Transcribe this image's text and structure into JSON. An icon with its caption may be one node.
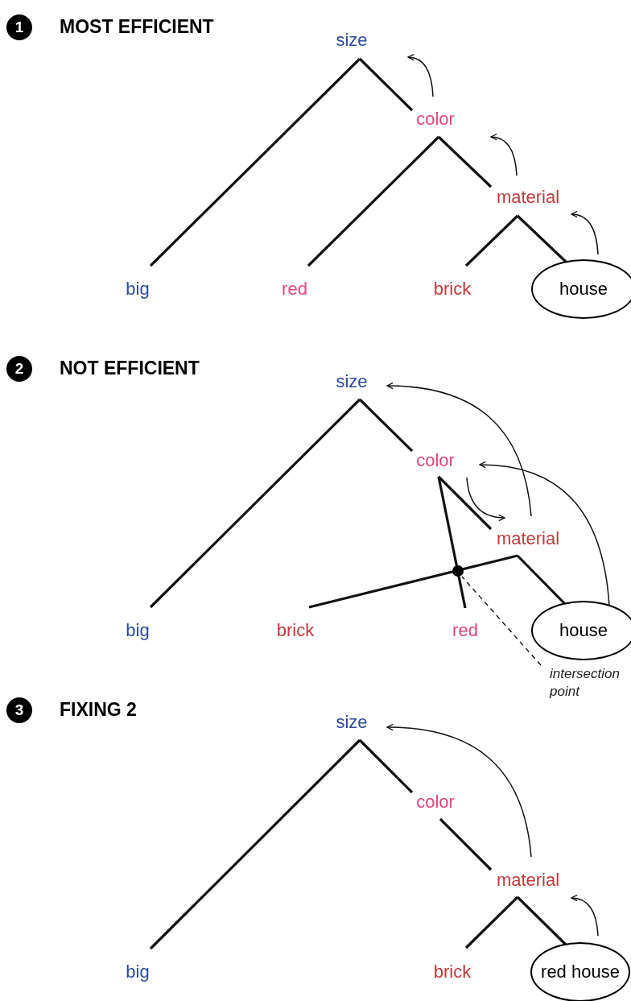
{
  "diagram": {
    "nodes": [
      {
        "text": [
          "1"
        ]
      },
      {
        "text": [
          "size"
        ]
      },
      {
        "text": [
          "color"
        ]
      },
      {
        "text": [
          "material"
        ]
      },
      {
        "text": [
          "big"
        ]
      },
      {
        "text": [
          "red"
        ]
      },
      {
        "text": [
          "brick"
        ]
      },
      {
        "text": [
          "house"
        ]
      },
      {
        "text": [
          "2"
        ]
      },
      {
        "text": [
          "size"
        ]
      },
      {
        "text": [
          "color"
        ]
      },
      {
        "text": [
          "material"
        ]
      },
      {
        "text": [
          "big"
        ]
      },
      {
        "text": [
          "brick"
        ]
      },
      {
        "text": [
          "red"
        ]
      },
      {
        "text": [
          "house"
        ]
      },
      {
        "text": [],
        "shape": "circle"
      },
      {
        "text": [
          "intersection point"
        ]
      },
      {
        "text": [
          "3"
        ]
      },
      {
        "text": [
          "size"
        ]
      },
      {
        "text": [
          "color"
        ]
      },
      {
        "text": [
          "material"
        ]
      },
      {
        "text": [
          "big"
        ]
      },
      {
        "text": [
          "brick"
        ]
      },
      {
        "text": [
          "red house"
        ]
      }
    ],
    "edges": [
      {
        "from": 1,
        "to": 4,
        "arrow": "none"
      },
      {
        "from": 1,
        "to": 2,
        "arrow": "none"
      },
      {
        "from": 2,
        "to": 5,
        "arrow": "none"
      },
      {
        "from": 2,
        "to": 3,
        "arrow": "none"
      },
      {
        "from": 3,
        "to": 6,
        "arrow": "none"
      },
      {
        "from": 3,
        "to": 7,
        "arrow": "none"
      },
      {
        "from": 7,
        "to": 3,
        "arrow": "to"
      },
      {
        "from": 3,
        "to": 2,
        "arrow": "to"
      },
      {
        "from": 2,
        "to": 1,
        "arrow": "to"
      },
      {
        "from": 9,
        "to": 12,
        "arrow": "none"
      },
      {
        "from": 9,
        "to": 10,
        "arrow": "none"
      },
      {
        "from": 10,
        "to": 14,
        "arrow": "none"
      },
      {
        "from": 10,
        "to": 11,
        "arrow": "none"
      },
      {
        "from": 11,
        "to": 13,
        "arrow": "none"
      },
      {
        "from": 11,
        "to": 15,
        "arrow": "none"
      },
      {
        "from": 11,
        "to": 9,
        "arrow": "to"
      },
      {
        "from": 15,
        "to": 10,
        "arrow": "to"
      },
      {
        "from": 10,
        "to": 11,
        "arrow": "to"
      },
      {
        "from": 17,
        "to": 16,
        "arrow": "none",
        "style": "dashed"
      },
      {
        "from": 19,
        "to": 22,
        "arrow": "none"
      },
      {
        "from": 19,
        "to": 20,
        "arrow": "none"
      },
      {
        "from": 20,
        "to": 21,
        "arrow": "none"
      },
      {
        "from": 21,
        "to": 23,
        "arrow": "none"
      },
      {
        "from": 21,
        "to": 24,
        "arrow": "none"
      },
      {
        "from": 21,
        "to": 19,
        "arrow": "to"
      },
      {
        "from": 24,
        "to": 21,
        "arrow": "to"
      }
    ],
    "labels": [
      "MOST EFFICIENT",
      "NOT EFFICIENT",
      "FIXING 2"
    ]
  }
}
